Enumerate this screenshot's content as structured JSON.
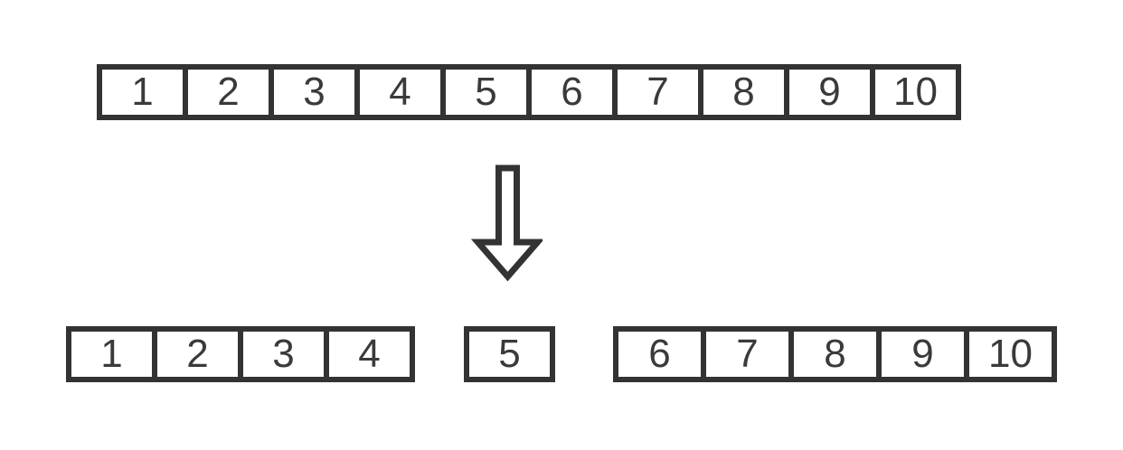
{
  "colors": {
    "stroke": "#333333",
    "text": "#3a3a3a",
    "background": "#ffffff"
  },
  "top_array": {
    "cells": [
      "1",
      "2",
      "3",
      "4",
      "5",
      "6",
      "7",
      "8",
      "9",
      "10"
    ]
  },
  "arrow": {
    "icon": "down-arrow"
  },
  "bottom_arrays": {
    "left": {
      "cells": [
        "1",
        "2",
        "3",
        "4"
      ]
    },
    "middle": {
      "cells": [
        "5"
      ]
    },
    "right": {
      "cells": [
        "6",
        "7",
        "8",
        "9",
        "10"
      ]
    }
  }
}
